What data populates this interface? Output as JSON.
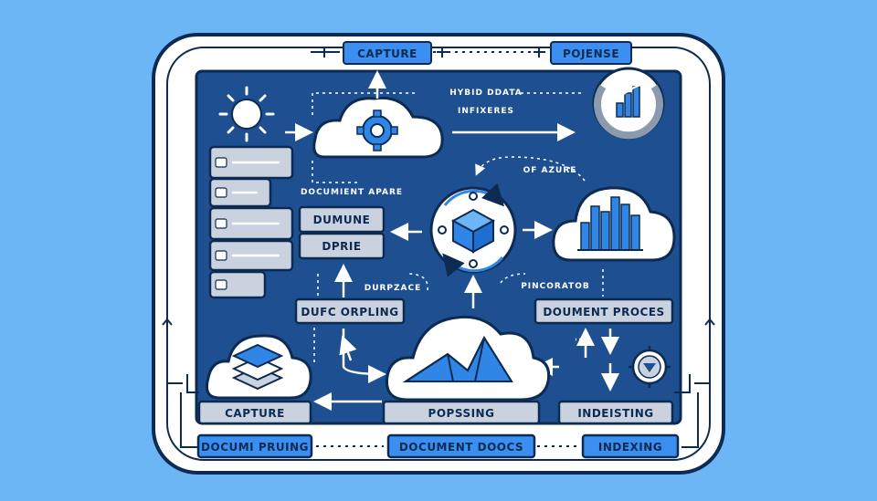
{
  "colors": {
    "background": "#6db6f5",
    "panel": "#1d4f91",
    "outline": "#0d2b52",
    "accent": "#2f86e6",
    "tag_blue": "#3b8ff0",
    "tag_grey": "#c9d2de",
    "white": "#ffffff"
  },
  "top_tags": {
    "capture": "CAPTURE",
    "response": "POJENSE"
  },
  "annotations": {
    "hybrid": "HYBID DDATA",
    "infixeres": "INFIXERES",
    "document_apare": "DOCUMIENT APARE",
    "of_azure": "OF AZURE",
    "durpzace": "DURPZACE",
    "pincoratob": "PINCORATOB"
  },
  "mid_boxes": {
    "dumune": "DUMUNE",
    "dprie": "DPRIE",
    "dufc": "DUFC ORPLING",
    "doument_proces": "DOUMENT PROCES"
  },
  "bottom_grey": {
    "capture": "CAPTURE",
    "popssing": "POPSSING",
    "indeisting": "INDEISTING"
  },
  "bottom_blue": {
    "documi": "DOCUMI PRUING",
    "document_docs": "DOCUMENT DOOCS",
    "indexing": "INDEXING"
  },
  "icons": [
    "sun-icon",
    "gear-icon",
    "bar-chart-icon",
    "cube-icon",
    "layers-icon",
    "mountain-chart-icon",
    "play-down-icon"
  ]
}
